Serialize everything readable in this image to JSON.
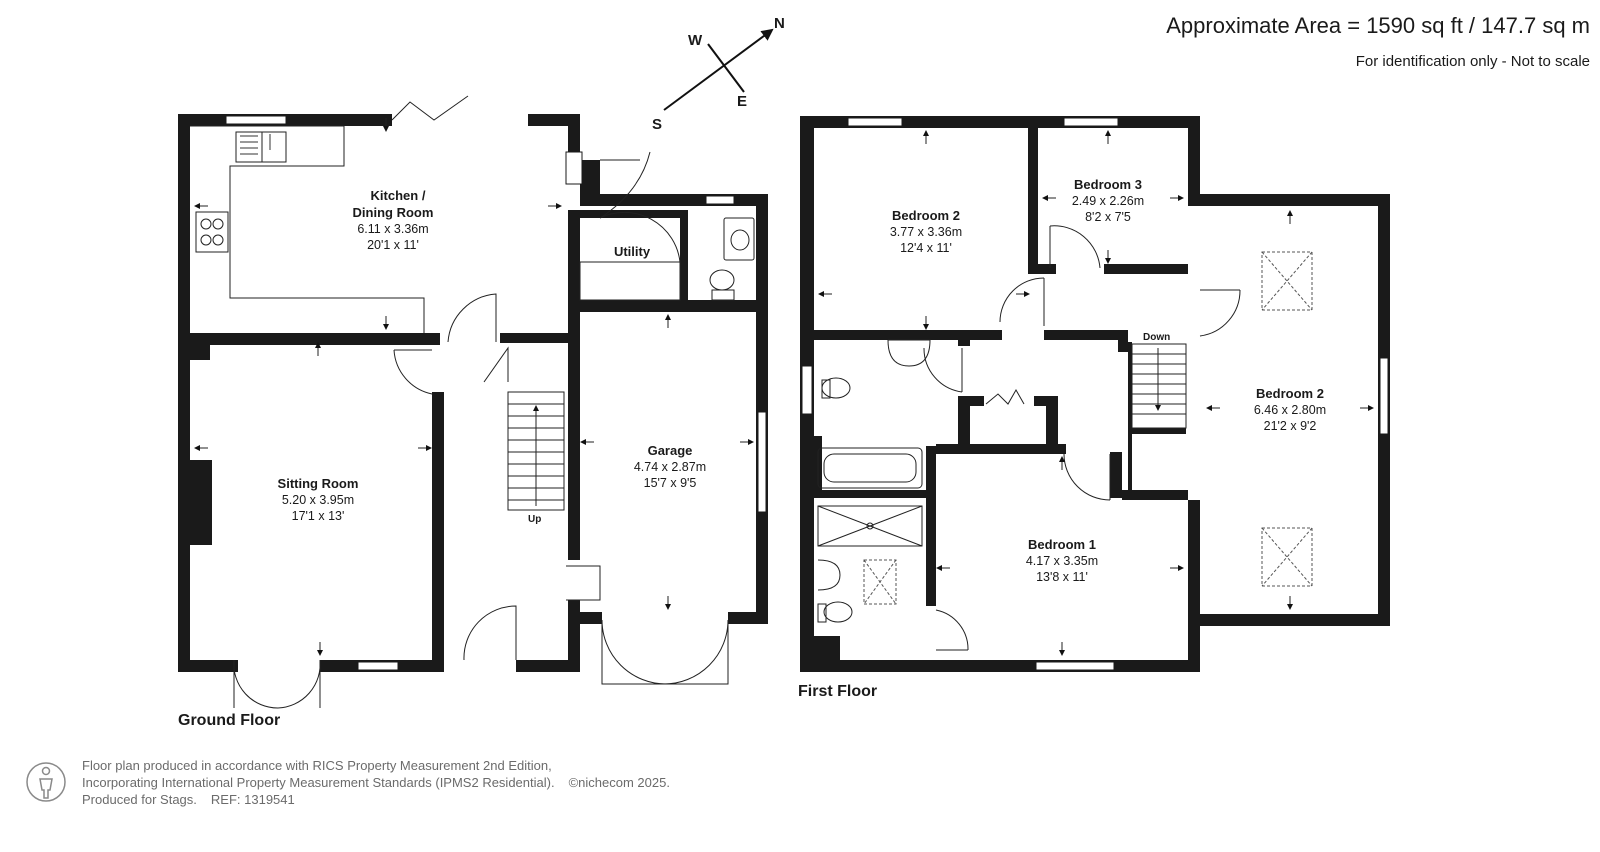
{
  "header": {
    "area": "Approximate Area = 1590 sq ft / 147.7 sq m",
    "note": "For identification only - Not to scale"
  },
  "compass": {
    "n": "N",
    "w": "W",
    "s": "S",
    "e": "E"
  },
  "floors": {
    "ground": "Ground Floor",
    "first": "First Floor"
  },
  "rooms": {
    "kitchen": {
      "name1": "Kitchen /",
      "name2": "Dining Room",
      "metric": "6.11 x 3.36m",
      "imperial": "20'1 x 11'"
    },
    "utility": {
      "name": "Utility"
    },
    "sitting": {
      "name": "Sitting Room",
      "metric": "5.20 x 3.95m",
      "imperial": "17'1 x 13'"
    },
    "garage": {
      "name": "Garage",
      "metric": "4.74 x 2.87m",
      "imperial": "15'7 x 9'5"
    },
    "bedroom2a": {
      "name": "Bedroom 2",
      "metric": "3.77 x 3.36m",
      "imperial": "12'4 x 11'"
    },
    "bedroom3": {
      "name": "Bedroom 3",
      "metric": "2.49 x 2.26m",
      "imperial": "8'2 x 7'5"
    },
    "bedroom2b": {
      "name": "Bedroom 2",
      "metric": "6.46 x 2.80m",
      "imperial": "21'2 x 9'2"
    },
    "bedroom1": {
      "name": "Bedroom 1",
      "metric": "4.17 x 3.35m",
      "imperial": "13'8 x 11'"
    }
  },
  "stairs": {
    "up": "Up",
    "down": "Down"
  },
  "footer": {
    "line1": "Floor plan produced in accordance with RICS Property Measurement 2nd Edition,",
    "line2": "Incorporating International Property Measurement Standards (IPMS2 Residential).",
    "copyright": "©nichecom 2025.",
    "line3": "Produced for Stags.",
    "ref": "REF: 1319541"
  },
  "colors": {
    "wall": "#1a1a1a",
    "line": "#222222",
    "footer_text": "#6b6b6b"
  }
}
